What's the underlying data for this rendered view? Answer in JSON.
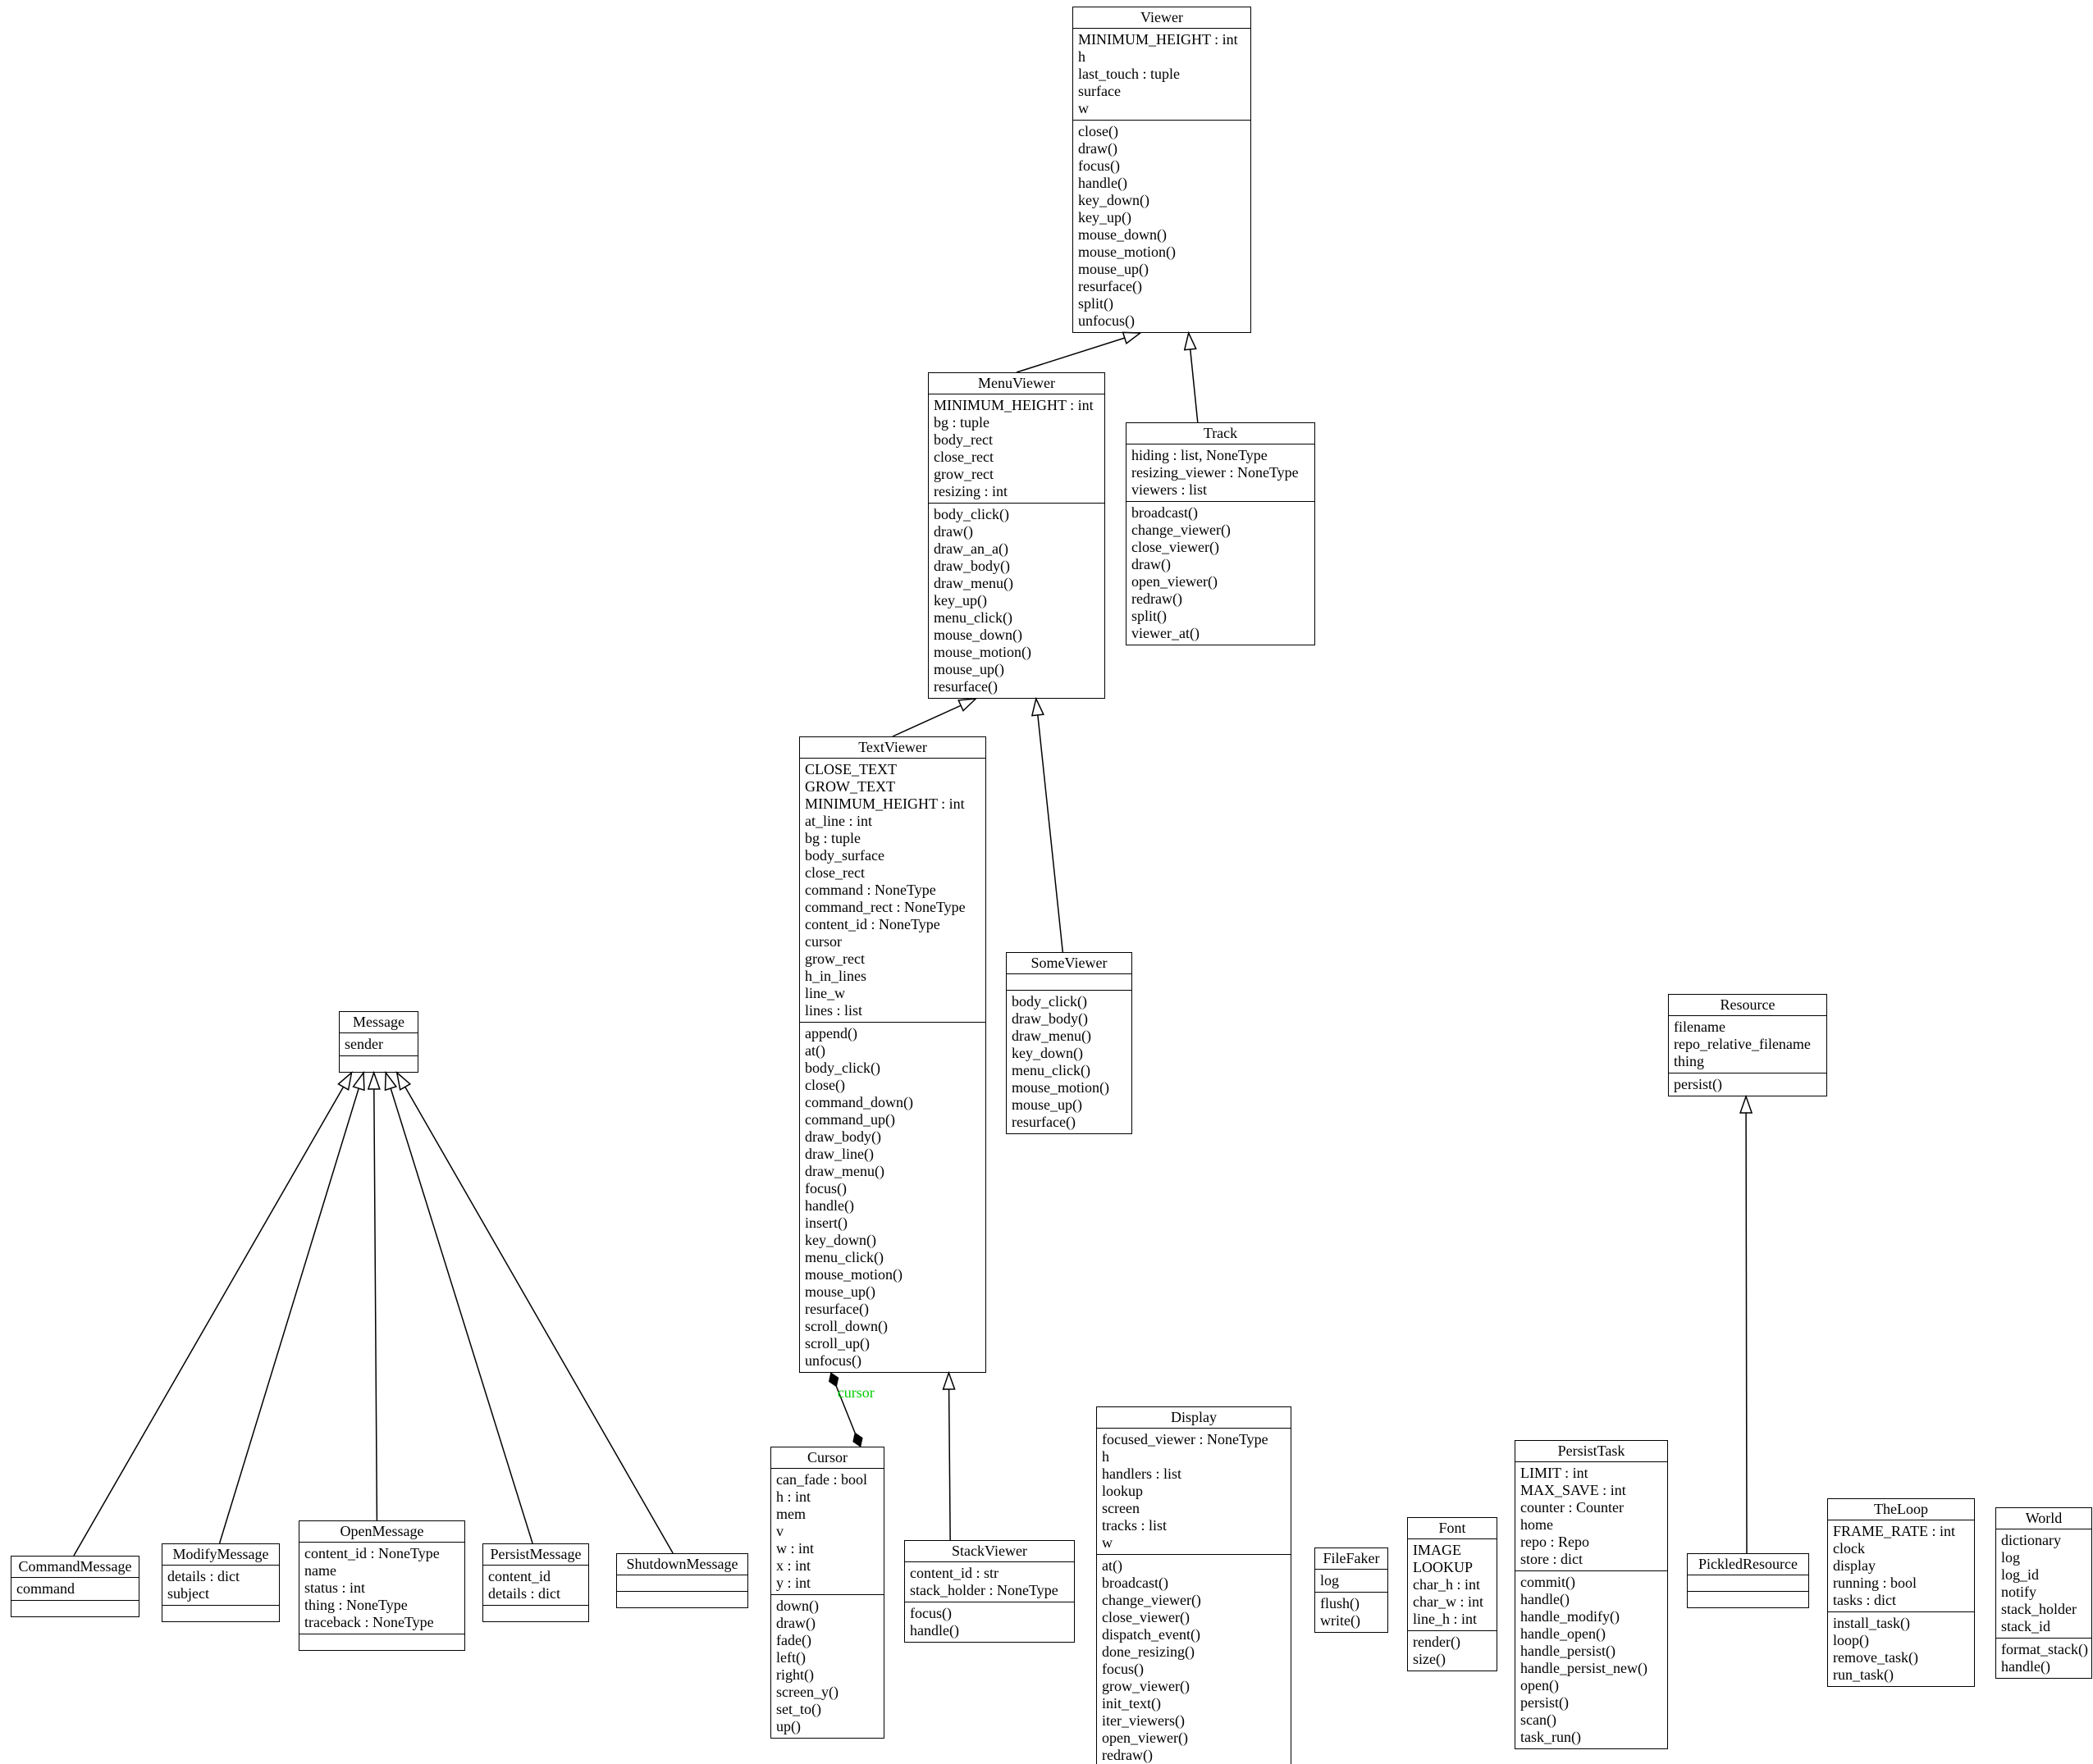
{
  "diagram": {
    "background": "#ffffff",
    "edge_color": "#000000",
    "composition_label_color": "#00cc00"
  },
  "classes": {
    "viewer": {
      "name": "Viewer",
      "attributes": [
        "MINIMUM_HEIGHT : int",
        "h",
        "last_touch : tuple",
        "surface",
        "w"
      ],
      "methods": [
        "close()",
        "draw()",
        "focus()",
        "handle()",
        "key_down()",
        "key_up()",
        "mouse_down()",
        "mouse_motion()",
        "mouse_up()",
        "resurface()",
        "split()",
        "unfocus()"
      ]
    },
    "menuviewer": {
      "name": "MenuViewer",
      "attributes": [
        "MINIMUM_HEIGHT : int",
        "bg : tuple",
        "body_rect",
        "close_rect",
        "grow_rect",
        "resizing : int"
      ],
      "methods": [
        "body_click()",
        "draw()",
        "draw_an_a()",
        "draw_body()",
        "draw_menu()",
        "key_up()",
        "menu_click()",
        "mouse_down()",
        "mouse_motion()",
        "mouse_up()",
        "resurface()"
      ]
    },
    "track": {
      "name": "Track",
      "attributes": [
        "hiding : list, NoneType",
        "resizing_viewer : NoneType",
        "viewers : list"
      ],
      "methods": [
        "broadcast()",
        "change_viewer()",
        "close_viewer()",
        "draw()",
        "open_viewer()",
        "redraw()",
        "split()",
        "viewer_at()"
      ]
    },
    "textviewer": {
      "name": "TextViewer",
      "attributes": [
        "CLOSE_TEXT",
        "GROW_TEXT",
        "MINIMUM_HEIGHT : int",
        "at_line : int",
        "bg : tuple",
        "body_surface",
        "close_rect",
        "command : NoneType",
        "command_rect : NoneType",
        "content_id : NoneType",
        "cursor",
        "grow_rect",
        "h_in_lines",
        "line_w",
        "lines : list"
      ],
      "methods": [
        "append()",
        "at()",
        "body_click()",
        "close()",
        "command_down()",
        "command_up()",
        "draw_body()",
        "draw_line()",
        "draw_menu()",
        "focus()",
        "handle()",
        "insert()",
        "key_down()",
        "menu_click()",
        "mouse_motion()",
        "mouse_up()",
        "resurface()",
        "scroll_down()",
        "scroll_up()",
        "unfocus()"
      ]
    },
    "someviewer": {
      "name": "SomeViewer",
      "attributes": [],
      "methods": [
        "body_click()",
        "draw_body()",
        "draw_menu()",
        "key_down()",
        "menu_click()",
        "mouse_motion()",
        "mouse_up()",
        "resurface()"
      ]
    },
    "message": {
      "name": "Message",
      "attributes": [
        "sender"
      ],
      "methods": []
    },
    "commandmessage": {
      "name": "CommandMessage",
      "attributes": [
        "command"
      ],
      "methods": []
    },
    "modifymessage": {
      "name": "ModifyMessage",
      "attributes": [
        "details : dict",
        "subject"
      ],
      "methods": []
    },
    "openmessage": {
      "name": "OpenMessage",
      "attributes": [
        "content_id : NoneType",
        "name",
        "status : int",
        "thing : NoneType",
        "traceback : NoneType"
      ],
      "methods": []
    },
    "persistmessage": {
      "name": "PersistMessage",
      "attributes": [
        "content_id",
        "details : dict"
      ],
      "methods": []
    },
    "shutdownmessage": {
      "name": "ShutdownMessage",
      "attributes": [],
      "methods": []
    },
    "cursor": {
      "name": "Cursor",
      "attributes": [
        "can_fade : bool",
        "h : int",
        "mem",
        "v",
        "w : int",
        "x : int",
        "y : int"
      ],
      "methods": [
        "down()",
        "draw()",
        "fade()",
        "left()",
        "right()",
        "screen_y()",
        "set_to()",
        "up()"
      ]
    },
    "stackviewer": {
      "name": "StackViewer",
      "attributes": [
        "content_id : str",
        "stack_holder : NoneType"
      ],
      "methods": [
        "focus()",
        "handle()"
      ]
    },
    "display": {
      "name": "Display",
      "attributes": [
        "focused_viewer : NoneType",
        "h",
        "handlers : list",
        "lookup",
        "screen",
        "tracks : list",
        "w"
      ],
      "methods": [
        "at()",
        "broadcast()",
        "change_viewer()",
        "close_viewer()",
        "dispatch_event()",
        "done_resizing()",
        "focus()",
        "grow_viewer()",
        "init_text()",
        "iter_viewers()",
        "open_viewer()",
        "redraw()"
      ]
    },
    "filefaker": {
      "name": "FileFaker",
      "attributes": [
        "log"
      ],
      "methods": [
        "flush()",
        "write()"
      ]
    },
    "font": {
      "name": "Font",
      "attributes": [
        "IMAGE",
        "LOOKUP",
        "char_h : int",
        "char_w : int",
        "line_h : int"
      ],
      "methods": [
        "render()",
        "size()"
      ]
    },
    "persisttask": {
      "name": "PersistTask",
      "attributes": [
        "LIMIT : int",
        "MAX_SAVE : int",
        "counter : Counter",
        "home",
        "repo : Repo",
        "store : dict"
      ],
      "methods": [
        "commit()",
        "handle()",
        "handle_modify()",
        "handle_open()",
        "handle_persist()",
        "handle_persist_new()",
        "open()",
        "persist()",
        "scan()",
        "task_run()"
      ]
    },
    "resource": {
      "name": "Resource",
      "attributes": [
        "filename",
        "repo_relative_filename",
        "thing"
      ],
      "methods": [
        "persist()"
      ]
    },
    "pickledresource": {
      "name": "PickledResource",
      "attributes": [],
      "methods": []
    },
    "theloop": {
      "name": "TheLoop",
      "attributes": [
        "FRAME_RATE : int",
        "clock",
        "display",
        "running : bool",
        "tasks : dict"
      ],
      "methods": [
        "install_task()",
        "loop()",
        "remove_task()",
        "run_task()"
      ]
    },
    "world": {
      "name": "World",
      "attributes": [
        "dictionary",
        "log",
        "log_id",
        "notify",
        "stack_holder",
        "stack_id"
      ],
      "methods": [
        "format_stack()",
        "handle()"
      ]
    }
  },
  "edges": [
    {
      "type": "inheritance",
      "from": "menuviewer",
      "from_side": "top",
      "from_frac": 0.5,
      "to": "viewer",
      "to_side": "bottom",
      "to_frac": 0.38
    },
    {
      "type": "inheritance",
      "from": "track",
      "from_side": "top",
      "from_frac": 0.38,
      "to": "viewer",
      "to_side": "bottom",
      "to_frac": 0.65
    },
    {
      "type": "inheritance",
      "from": "textviewer",
      "from_side": "top",
      "from_frac": 0.5,
      "to": "menuviewer",
      "to_side": "bottom",
      "to_frac": 0.27
    },
    {
      "type": "inheritance",
      "from": "someviewer",
      "from_side": "top",
      "from_frac": 0.45,
      "to": "menuviewer",
      "to_side": "bottom",
      "to_frac": 0.61
    },
    {
      "type": "inheritance",
      "from": "stackviewer",
      "from_side": "top",
      "from_frac": 0.27,
      "to": "textviewer",
      "to_side": "bottom",
      "to_frac": 0.8
    },
    {
      "type": "inheritance",
      "from": "commandmessage",
      "from_side": "top",
      "from_frac": 0.49,
      "to": "message",
      "to_side": "bottom",
      "to_frac": 0.16
    },
    {
      "type": "inheritance",
      "from": "modifymessage",
      "from_side": "top",
      "from_frac": 0.49,
      "to": "message",
      "to_side": "bottom",
      "to_frac": 0.31
    },
    {
      "type": "inheritance",
      "from": "openmessage",
      "from_side": "top",
      "from_frac": 0.47,
      "to": "message",
      "to_side": "bottom",
      "to_frac": 0.44
    },
    {
      "type": "inheritance",
      "from": "persistmessage",
      "from_side": "top",
      "from_frac": 0.47,
      "to": "message",
      "to_side": "bottom",
      "to_frac": 0.59
    },
    {
      "type": "inheritance",
      "from": "shutdownmessage",
      "from_side": "top",
      "from_frac": 0.43,
      "to": "message",
      "to_side": "bottom",
      "to_frac": 0.73
    },
    {
      "type": "inheritance",
      "from": "pickledresource",
      "from_side": "top",
      "from_frac": 0.49,
      "to": "resource",
      "to_side": "bottom",
      "to_frac": 0.49
    },
    {
      "type": "composition",
      "from": "textviewer",
      "from_side": "bottom",
      "from_frac": 0.17,
      "to": "cursor",
      "to_side": "top",
      "to_frac": 0.79,
      "label": "cursor"
    }
  ]
}
